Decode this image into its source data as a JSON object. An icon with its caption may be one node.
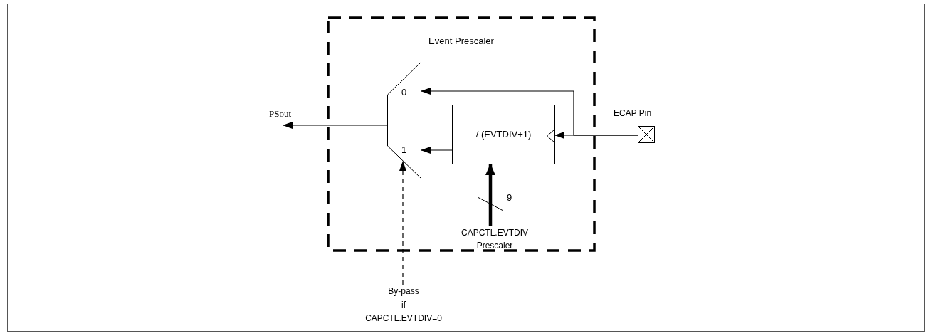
{
  "diagram": {
    "nodes": [
      {
        "text": [
          "Event Prescaler"
        ]
      },
      {
        "text": [
          "0",
          "1"
        ],
        "in": 0
      },
      {
        "text": [
          "/ (EVTDIV+1)"
        ],
        "in": 0
      },
      {
        "text": [
          "PSout"
        ]
      },
      {
        "text": [
          "ECAP Pin"
        ]
      },
      {
        "text": [
          "CAPCTL.EVTDIV Prescaler"
        ],
        "in": 0
      },
      {
        "text": [
          "By-pass if CAPCTL.EVTDIV=0"
        ]
      }
    ],
    "edges": [
      {
        "from": 1,
        "to": 3,
        "arrow": "to"
      },
      {
        "from": 4,
        "to": 1,
        "arrow": "to"
      },
      {
        "from": 4,
        "to": 2,
        "arrow": "to"
      },
      {
        "from": 2,
        "to": 1,
        "arrow": "to"
      },
      {
        "from": 5,
        "to": 2,
        "arrow": "to",
        "style": "thick",
        "label": "9"
      },
      {
        "from": 6,
        "to": 1,
        "arrow": "to",
        "style": "dashed"
      }
    ]
  }
}
